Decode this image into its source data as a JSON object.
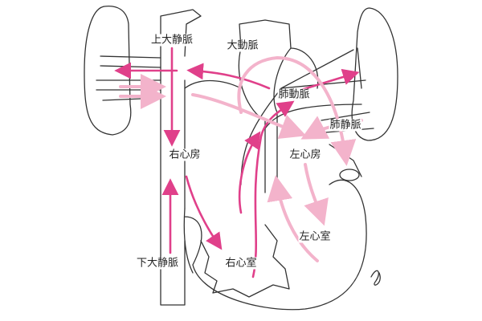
{
  "diagram": {
    "title": "heart blood flow",
    "colors": {
      "deoxygenated_flow": "#e0408a",
      "oxygenated_flow": "#f3b3cb",
      "outline": "#333333"
    },
    "labels": {
      "svc": "上大静脈",
      "aorta": "大動脈",
      "pulmonary_artery": "肺動脈",
      "pulmonary_vein": "肺静脈",
      "right_atrium": "右心房",
      "left_atrium": "左心房",
      "left_ventricle": "左心室",
      "ivc": "下大静脈",
      "right_ventricle": "右心室"
    }
  }
}
